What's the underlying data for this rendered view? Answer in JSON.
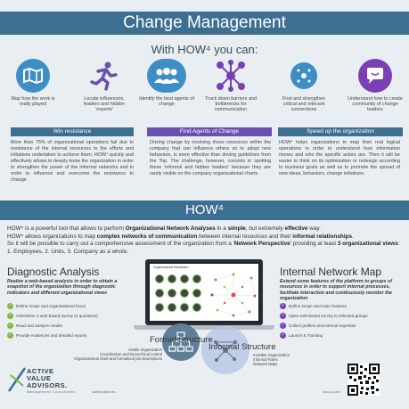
{
  "header": {
    "title": "Change Management",
    "subtitle": "With HOW⁴ you can:"
  },
  "colors": {
    "primary": "#3d6f93",
    "blue": "#3e8ec6",
    "purple": "#7a3fb4",
    "green": "#7db83a"
  },
  "features": [
    {
      "icon": "map-icon",
      "label": "Map how the work is really played",
      "color": "#3e8ec6"
    },
    {
      "icon": "runner-icon",
      "label": "Locate influencers, leaders and hidden 'experts'",
      "color": "#6a4fb0"
    },
    {
      "icon": "team-icon",
      "label": "Identify the best agents of change",
      "color": "#3e8ec6"
    },
    {
      "icon": "network-icon",
      "label": "Track down barriers and bottlenecks for communication",
      "color": "#7a3fb4"
    },
    {
      "icon": "connections-icon",
      "label": "Find and strengthen critical and relevant connections",
      "color": "#3e8ec6"
    },
    {
      "icon": "chat-icon",
      "label": "Understand how to create community of change leaders",
      "color": "#7a3fb4"
    }
  ],
  "columns": [
    {
      "title": "Win resistance",
      "color": "#3d6f93",
      "text": "More than 75% of organizational operations fail due to resistance of the internal resources to the efforts and initiatives undertaken to achieve them. HOW⁴ quickly and effectively allows to deeply know the organization in order to strengthen the power of the informal networks and in order to influence and overcome the resistance to change."
    },
    {
      "title": "Find Agents of Change",
      "color": "#6a4fb0",
      "text": "Driving change by involving those resources within the company that can influence others so to adopt new behaviors, is more effective than driving guidelines from the Top. The challenge, however, consists in spotting these 'informal and hidden leaders' because they are rarely visible on the company organizational charts."
    },
    {
      "title": "Speed up the organization",
      "color": "#3d6f93",
      "text": "HOW⁴ helps organizations to map their real logical operations in order to understand how information moves and who the specific actors are. Then it will be easier to think on its optimization or redesign according to business goals as well as to promote the spread of new ideas, behaviors, change initiatives."
    }
  ],
  "how": {
    "band": "HOW⁴",
    "p1_a": "HOW⁴ is a powerful tool that allows to perform ",
    "p1_b": "Organizational Network Analyses",
    "p1_c": " in a ",
    "p1_d": "simple",
    "p1_e": ", but extremely ",
    "p1_f": "effective",
    "p1_g": " way.",
    "p2_a": "HOW⁴ allows organizations to map ",
    "p2_b": "complex networks of communication",
    "p2_c": " between internal resources and their ",
    "p2_d": "informal relationships",
    "p2_e": ".",
    "p3_a": "So it will be possible to carry out a comprehensive assessment of the organization from a '",
    "p3_b": "Network Perspective",
    "p3_c": "' providing at least ",
    "p3_d": "3 organizational views",
    "p3_e": ": 1. Employees, 2. Units, 3. Company as a whole."
  },
  "diagnostic": {
    "title": "Diagnostic Analysis",
    "desc": "Realize a web-based analysis in order to obtain a snapshot of the organization through diagnostic indicators and different organizational views",
    "bullets": [
      "Define scope and organizational focus",
      "Administer a web-based survey (4 questions)",
      "Read and analyze results",
      "Provide evidences and detailed reports"
    ]
  },
  "network": {
    "title": "Internal Network Map",
    "desc": "Extend some features of the platform to groups of resources in order to support internal processes, facilitate interaction and continuously monitor the organization",
    "bullets": [
      "Define scope and main features",
      "Open web-based survey to selected groups",
      "Collect profiles and internal expertise",
      "Launch & Tracking"
    ]
  },
  "laptop": {
    "title": "Organizational Dashboard"
  },
  "formal": {
    "title": "Formal Structure",
    "lines": [
      "Visible Organization",
      "Coordination and hierarchical control",
      "Organizational chart and formalized job descriptions"
    ]
  },
  "informal": {
    "title": "Informal Structure",
    "lines": [
      "Invisible Organization",
      "Informal Roles",
      "Network Maps"
    ]
  },
  "footer": {
    "logo_line1": "ACTIVE",
    "logo_line2": "VALUE",
    "logo_line3": "ADVISORS.",
    "logo_sub": "Management Consultants",
    "url_left": "activevalue.eu",
    "url_right": "how-4.com"
  }
}
